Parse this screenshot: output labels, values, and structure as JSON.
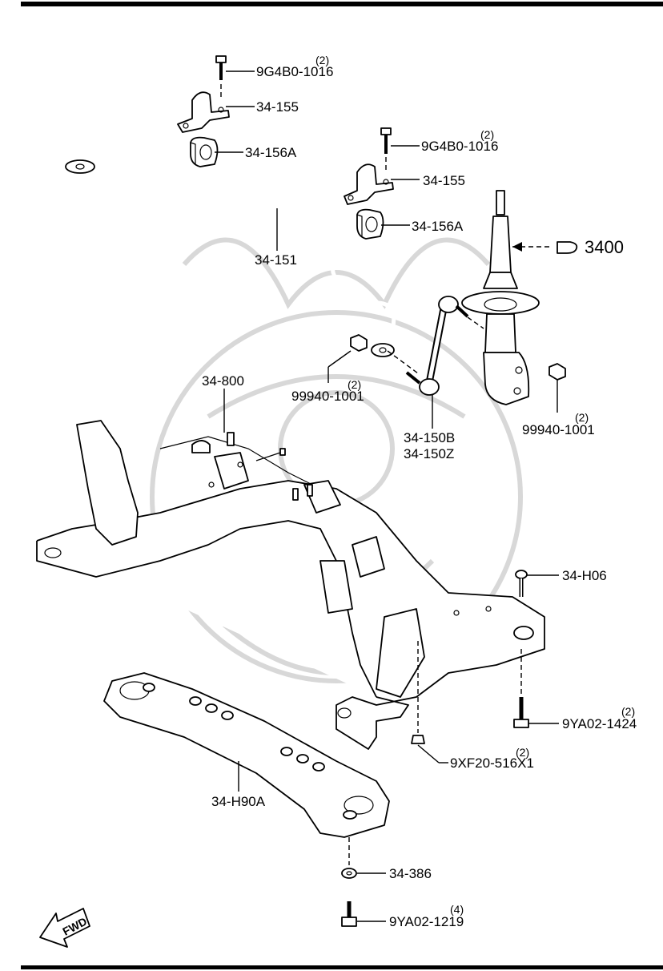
{
  "colors": {
    "line": "#000000",
    "watermark": "#d8d8d8",
    "background": "#ffffff"
  },
  "icons": {
    "fwd_arrow": "fwd-arrow-icon",
    "watermark": "samurai-watermark-icon"
  },
  "labels": {
    "bolt_top_left": {
      "part": "9G4B0-1016",
      "qty": "(2)"
    },
    "bracket_left": {
      "part": "34-155"
    },
    "bushing_left": {
      "part": "34-156A"
    },
    "bolt_top_right": {
      "part": "9G4B0-1016",
      "qty": "(2)"
    },
    "bracket_right": {
      "part": "34-155"
    },
    "bushing_right": {
      "part": "34-156A"
    },
    "strut": {
      "part": "3400"
    },
    "stabilizer_bar": {
      "part": "34-151"
    },
    "nut_stab": {
      "part": "99940-1001",
      "qty": "(2)"
    },
    "link_b": {
      "part": "34-150B"
    },
    "link_z": {
      "part": "34-150Z"
    },
    "nut_strut": {
      "part": "99940-1001",
      "qty": "(2)"
    },
    "crossmember": {
      "part": "34-800"
    },
    "bolt_h06": {
      "part": "34-H06"
    },
    "bolt_1424": {
      "part": "9YA02-1424",
      "qty": "(2)"
    },
    "clip_516": {
      "part": "9XF20-516X1",
      "qty": "(2)"
    },
    "brace": {
      "part": "34-H90A"
    },
    "washer": {
      "part": "34-386"
    },
    "bolt_1219": {
      "part": "9YA02-1219",
      "qty": "(4)"
    },
    "fwd": {
      "text": "FWD"
    }
  }
}
